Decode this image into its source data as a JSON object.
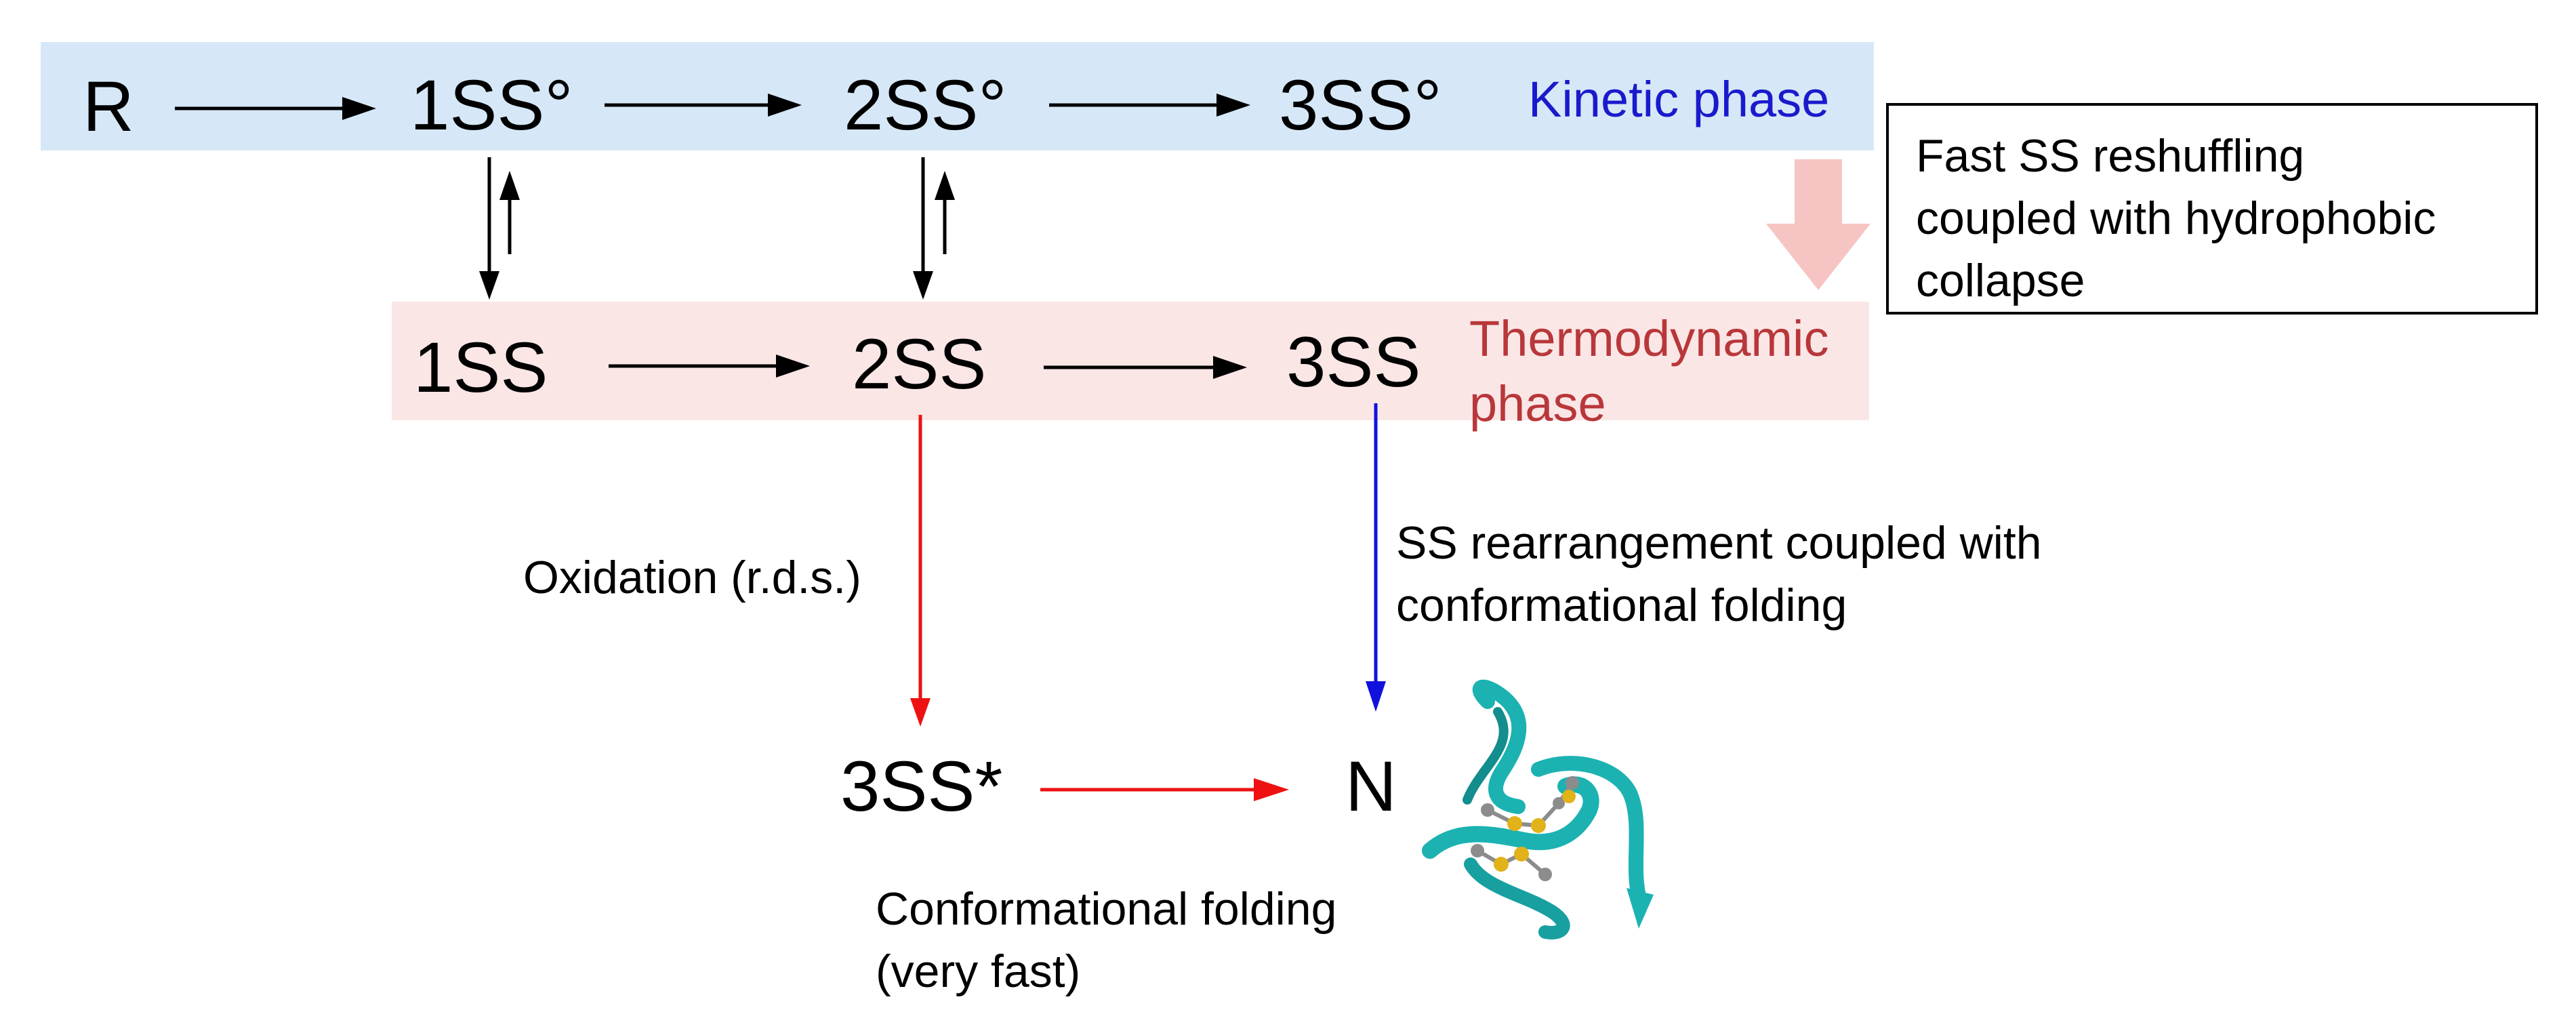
{
  "kinetic_phase": {
    "label": "Kinetic phase",
    "species": [
      "R",
      "1SS°",
      "2SS°",
      "3SS°"
    ],
    "band_color": "#d6e8f7"
  },
  "thermodynamic_phase": {
    "label": "Thermodynamic\nphase",
    "species": [
      "1SS",
      "2SS",
      "3SS"
    ],
    "band_color": "#fbe6e6"
  },
  "final_species": {
    "intermediate": "3SS*",
    "native": "N"
  },
  "annotations": {
    "oxidation": "Oxidation (r.d.s.)",
    "rearrangement": "SS rearrangement coupled with\nconformational folding",
    "conformational_folding": "Conformational folding\n(very fast)"
  },
  "note": {
    "text": "Fast SS reshuffling\ncoupled with hydrophobic\ncollapse"
  },
  "colors": {
    "red_pathway": "#ee1111",
    "blue_pathway": "#1111dd",
    "big_arrow": "#f7c4c4",
    "protein_ribbon": "#1cb2b2",
    "disulfide_sulfur": "#e2b21a",
    "disulfide_carbon": "#8c8c8c"
  },
  "icons": [
    "protein-ribbon-icon"
  ]
}
